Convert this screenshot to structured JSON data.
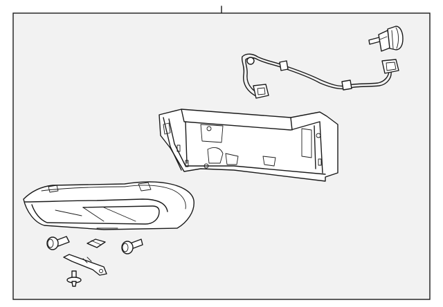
{
  "diagram": {
    "background_color": "#f2f2f2",
    "line_color": "#1a1a1a",
    "parts": [
      {
        "name": "bulb"
      },
      {
        "name": "wiring-harness"
      },
      {
        "name": "mounting-bracket"
      },
      {
        "name": "fog-lamp-assembly"
      },
      {
        "name": "bolt"
      },
      {
        "name": "clip"
      },
      {
        "name": "screw"
      },
      {
        "name": "bracket-plate"
      },
      {
        "name": "push-pin-fastener"
      }
    ]
  }
}
